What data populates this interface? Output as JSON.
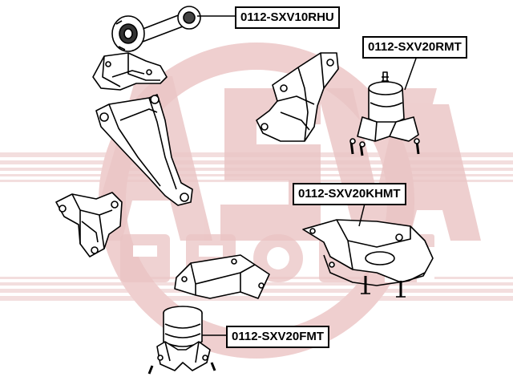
{
  "watermark": {
    "brand_text": "ASVA",
    "sub_text": "SPORT",
    "color": "#e8bdbd"
  },
  "callouts": [
    {
      "id": "rhu",
      "label": "0112-SXV10RHU"
    },
    {
      "id": "rmt",
      "label": "0112-SXV20RMT"
    },
    {
      "id": "khmt",
      "label": "0112-SXV20KHMT"
    },
    {
      "id": "fmt",
      "label": "0112-SXV20FMT"
    }
  ],
  "colors": {
    "part_outline": "#000000",
    "part_fill": "#ffffff",
    "part_shade": "#d9d9d9"
  }
}
